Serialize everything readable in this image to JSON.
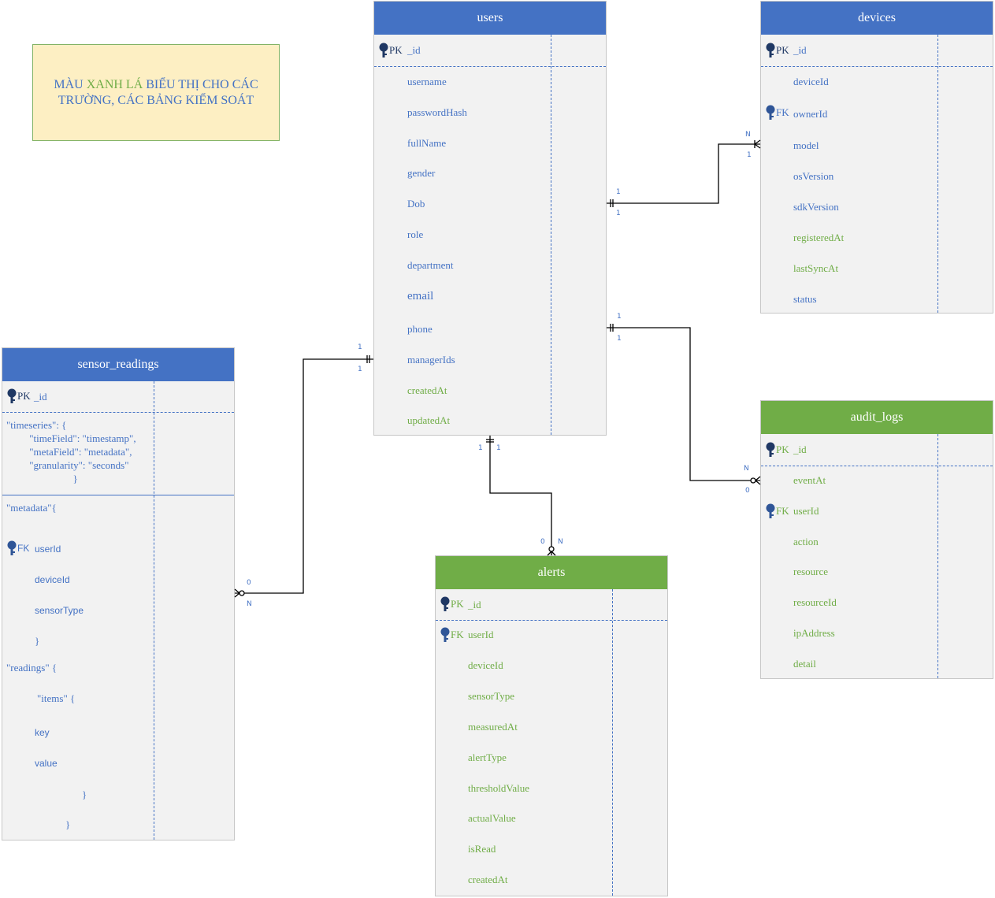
{
  "note": {
    "part1": "MÀU ",
    "part2": "XANH LÁ",
    "part3": " BIỂU THỊ CHO CÁC TRƯỜNG, CÁC BẢNG KIỂM SOÁT"
  },
  "colors": {
    "header_blue": "#4472c4",
    "header_green": "#70ad47",
    "field_blue": "#4472c4",
    "field_green": "#70ad47",
    "note_bg": "#fdefc3"
  },
  "users": {
    "title": "users",
    "pk_label": "PK",
    "pk_field": "_id",
    "fields": [
      "username",
      "passwordHash",
      "fullName",
      "gender",
      "Dob",
      "role",
      "department",
      "email",
      "phone",
      "managerIds",
      "createdAt",
      "updatedAt"
    ]
  },
  "devices": {
    "title": "devices",
    "pk_label": "PK",
    "pk_field": "_id",
    "fk_label": "FK",
    "fields": [
      "deviceId",
      "ownerId",
      "model",
      "osVersion",
      "sdkVersion",
      "registeredAt",
      "lastSyncAt",
      "status"
    ]
  },
  "sensor_readings": {
    "title": "sensor_readings",
    "pk_label": "PK",
    "pk_field": "_id",
    "timeseries": "\"timeseries\": {\n         \"timeField\": \"timestamp\",\n         \"metaField\": \"metadata\",\n         \"granularity\": \"seconds\"\n                          }",
    "metadata_open": "\"metadata\"{",
    "fk_label": "FK",
    "meta_fields": [
      "userId",
      "deviceId",
      "sensorType"
    ],
    "metadata_close": "}",
    "readings_open": "\"readings\" {",
    "items_open": "\"items\"  {",
    "item_fields": [
      "key",
      "value"
    ],
    "items_close": "}",
    "readings_close": "}"
  },
  "audit_logs": {
    "title": "audit_logs",
    "pk_label": "PK",
    "pk_field": "_id",
    "fk_label": "FK",
    "fields": [
      "eventAt",
      "userId",
      "action",
      "resource",
      "resourceId",
      "ipAddress",
      "detail"
    ]
  },
  "alerts": {
    "title": "alerts",
    "pk_label": "PK",
    "pk_field": "_id",
    "fk_label": "FK",
    "fields": [
      "userId",
      "deviceId",
      "sensorType",
      "measuredAt",
      "alertType",
      "thresholdValue",
      "actualValue",
      "isRead",
      "createdAt"
    ]
  },
  "cardinality": {
    "users_devices": [
      "1",
      "1",
      "N",
      "1"
    ],
    "users_audit": [
      "1",
      "1",
      "N",
      "0"
    ],
    "users_sensor": [
      "1",
      "1",
      "0",
      "N"
    ],
    "users_alerts": [
      "1",
      "1",
      "0",
      "N"
    ]
  }
}
